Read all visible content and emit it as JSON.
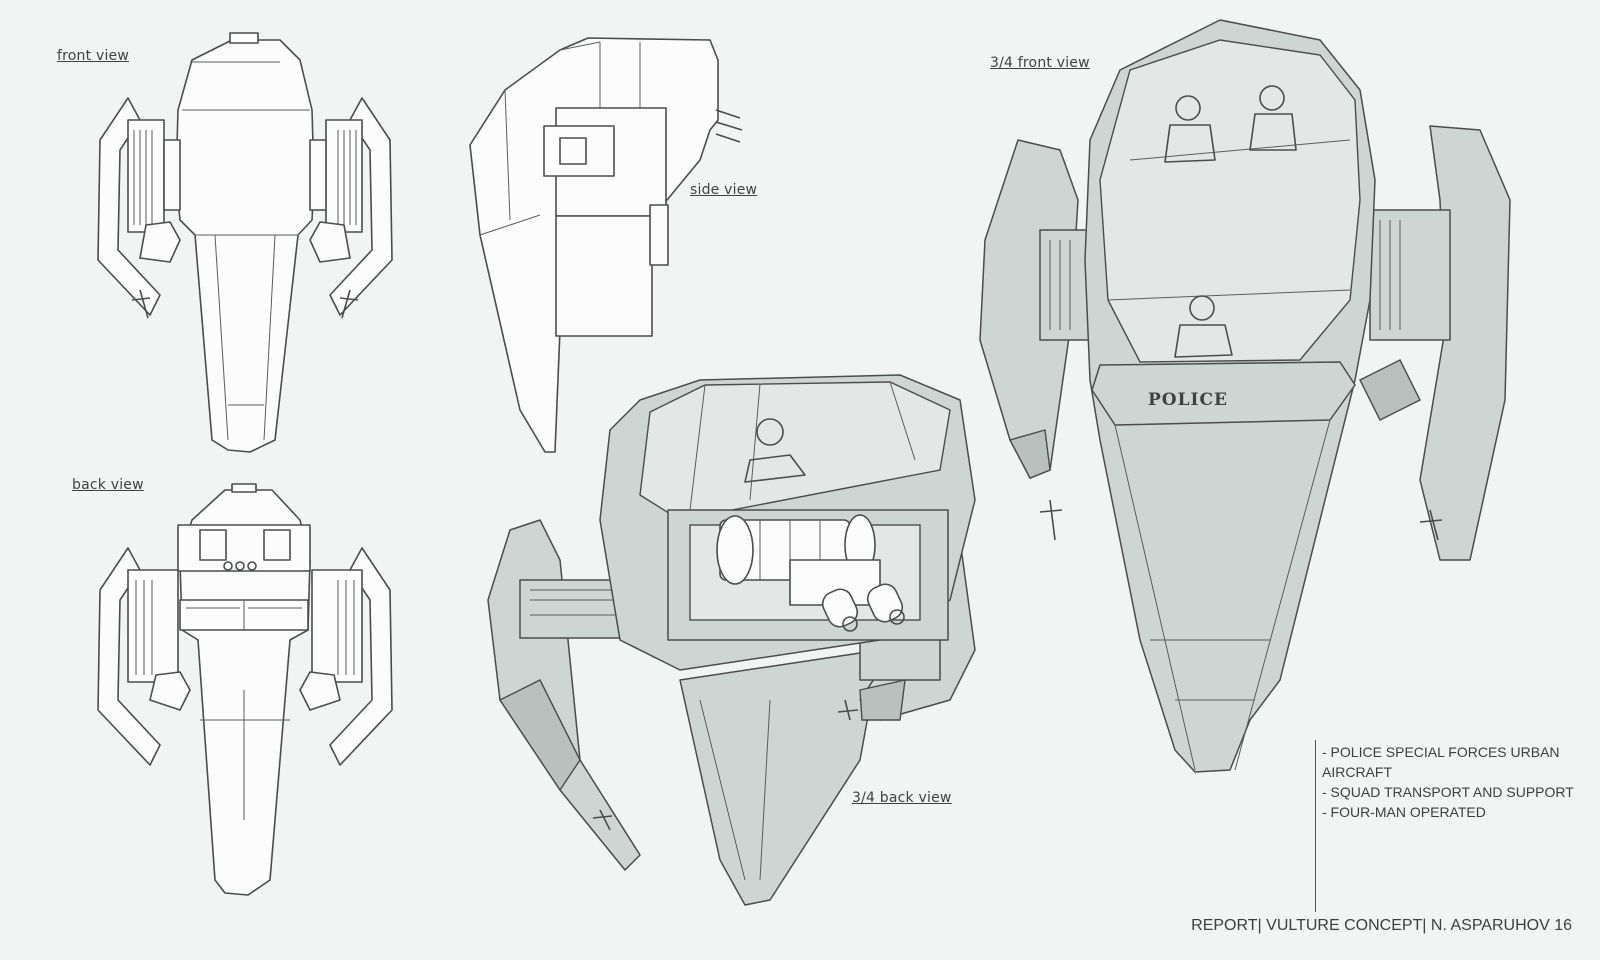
{
  "labels": {
    "front_view": "front view",
    "side_view": "side view",
    "back_view": "back view",
    "three_quarter_front": "3/4 front view",
    "three_quarter_back": "3/4 back view"
  },
  "decals": {
    "police": "POLICE"
  },
  "notes": [
    "- POLICE SPECIAL FORCES URBAN AIRCRAFT",
    "- SQUAD TRANSPORT AND SUPPORT",
    "- FOUR-MAN OPERATED"
  ],
  "footer": "REPORT| VULTURE CONCEPT| N. ASPARUHOV 16",
  "colors": {
    "paper": "#f1f4f2",
    "ink": "#4a4d4c",
    "hull_shade": "#cfd5d3"
  }
}
